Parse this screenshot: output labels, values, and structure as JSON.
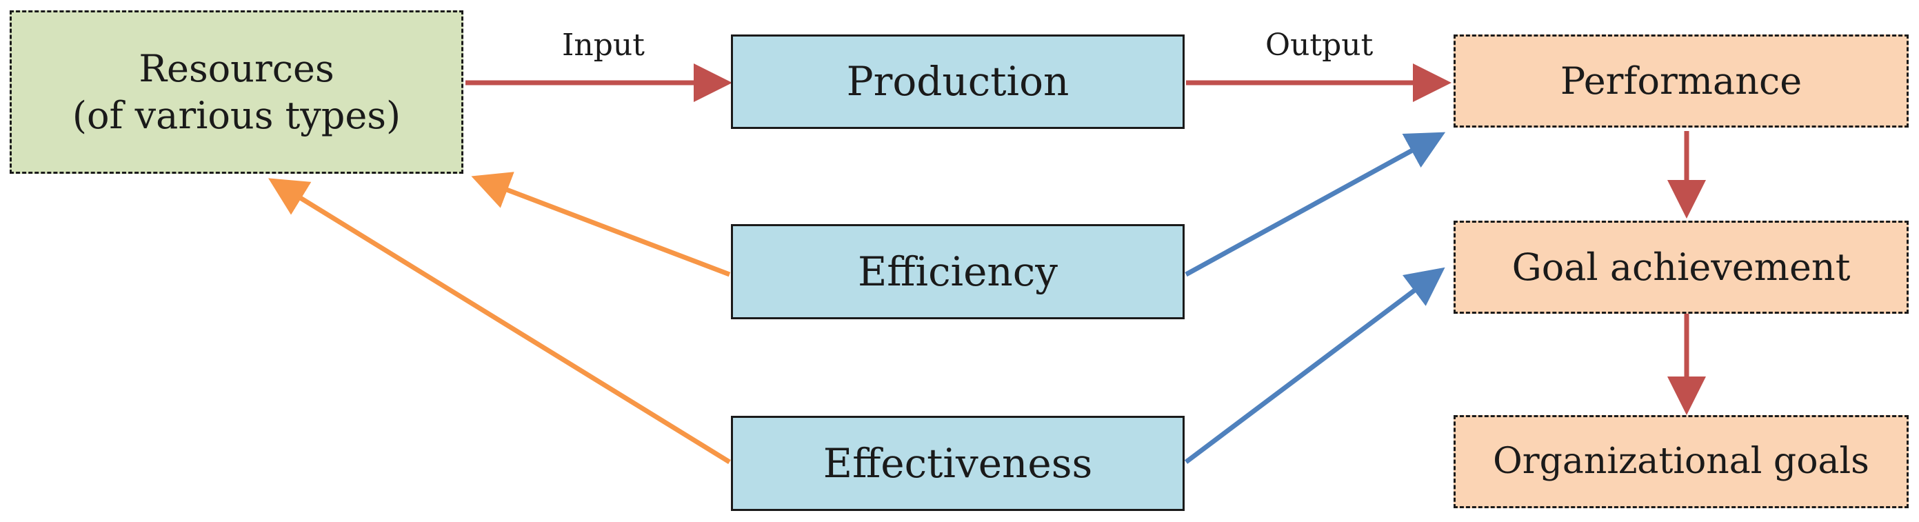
{
  "diagram": {
    "nodes": {
      "resources": {
        "line1": "Resources",
        "line2": "(of various types)"
      },
      "production": {
        "label": "Production"
      },
      "efficiency": {
        "label": "Efficiency"
      },
      "effectiveness": {
        "label": "Effectiveness"
      },
      "performance": {
        "label": "Performance"
      },
      "goal_achievement": {
        "label": "Goal achievement"
      },
      "organizational_goals": {
        "label": "Organizational goals"
      }
    },
    "edge_labels": {
      "input": "Input",
      "output": "Output"
    },
    "colors": {
      "red_arrow": "#c0504d",
      "blue_arrow": "#4f81bd",
      "orange_arrow": "#f79646",
      "green_box": "#d6e3bc",
      "blue_box": "#b7dde8",
      "peach_box": "#fbd4b4"
    }
  }
}
